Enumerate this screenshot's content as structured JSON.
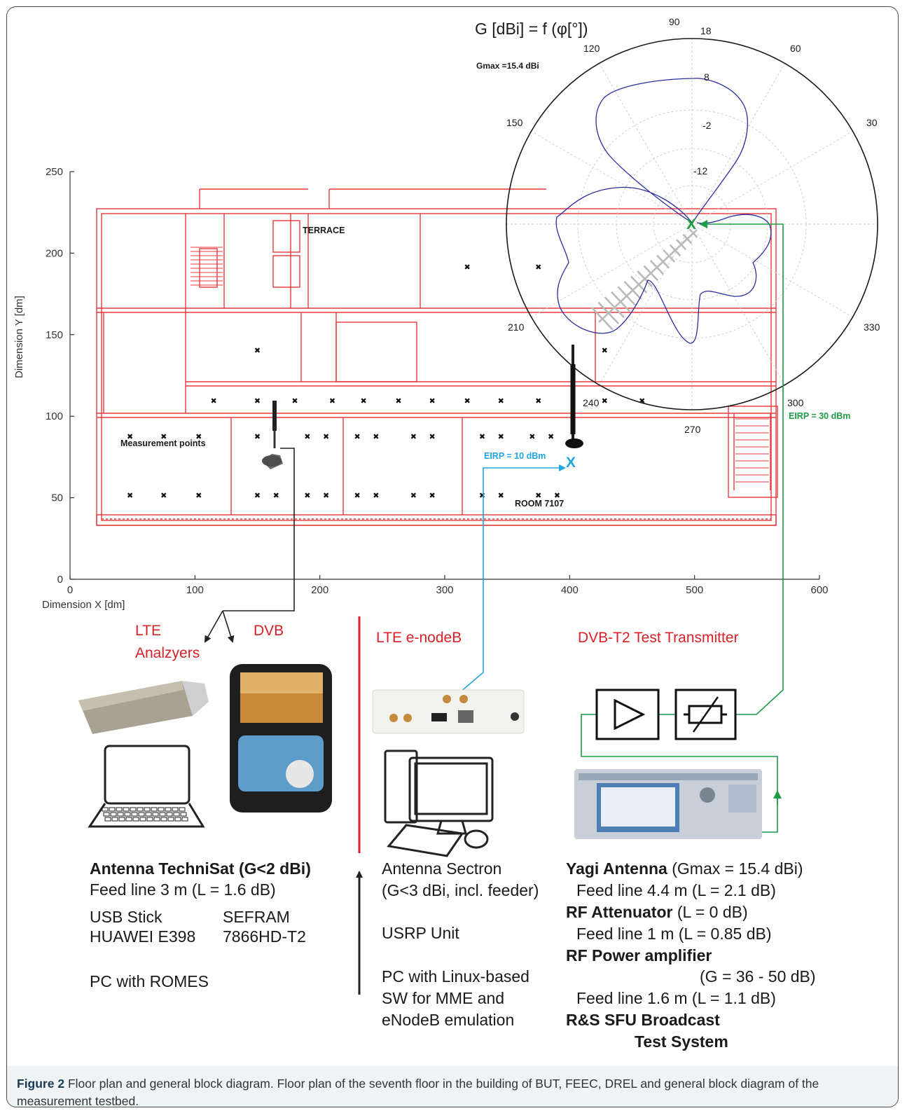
{
  "polar": {
    "title": "G [dBi] = f (φ[°])",
    "gmax_label": "Gmax =15.4 dBi",
    "angle_labels": [
      "90",
      "120",
      "60",
      "150",
      "30",
      "210",
      "330",
      "240",
      "300",
      "270"
    ],
    "radial_labels": [
      "18",
      "8",
      "-2",
      "-12"
    ]
  },
  "chart_data": {
    "type": "scatter",
    "xlabel": "Dimension X [dm]",
    "ylabel": "Dimension Y [dm]",
    "xlim": [
      0,
      600
    ],
    "ylim": [
      0,
      250
    ],
    "x_ticks": [
      "0",
      "100",
      "200",
      "300",
      "400",
      "500",
      "600"
    ],
    "y_ticks": [
      "0",
      "50",
      "100",
      "150",
      "200",
      "250"
    ],
    "series": [
      {
        "name": "Measurement points",
        "x": [
          318,
          375,
          150,
          428,
          115,
          150,
          180,
          210,
          235,
          263,
          290,
          318,
          345,
          375,
          428,
          458,
          48,
          75,
          103,
          150,
          190,
          205,
          230,
          245,
          275,
          290,
          330,
          345,
          370,
          385,
          48,
          75,
          103,
          150,
          165,
          190,
          205,
          230,
          245,
          275,
          290,
          330,
          345,
          375,
          390
        ],
        "y": [
          192,
          192,
          141,
          141,
          110,
          110,
          110,
          110,
          110,
          110,
          110,
          110,
          110,
          110,
          110,
          110,
          88,
          88,
          88,
          88,
          88,
          88,
          88,
          88,
          88,
          88,
          88,
          88,
          88,
          88,
          52,
          52,
          52,
          52,
          52,
          52,
          52,
          52,
          52,
          52,
          52,
          52,
          52,
          52,
          52
        ]
      }
    ]
  },
  "floorplan": {
    "terrace": "TERRACE",
    "measurement_points": "Measurement points",
    "room": "ROOM 7107",
    "eirp_lte": "EIRP = 10 dBm",
    "eirp_dvb": "EIRP = 30 dBm",
    "tx_mark": "X"
  },
  "blocks": {
    "lte_analyzers": [
      "LTE",
      "Analzyers"
    ],
    "dvb": "DVB",
    "lte_enodeb": "LTE e-nodeB",
    "dvb_t2": "DVB-T2 Test Transmitter"
  },
  "left_text": {
    "antenna_name": "Antenna TechniSat (G<2 dBi)",
    "feed": " Feed line 3 m (L = 1.6 dB)",
    "usb1": "USB Stick",
    "usb2": "HUAWEI E398",
    "sef1": "SEFRAM",
    "sef2": "7866HD-T2",
    "pc": "PC with ROMES"
  },
  "mid_text": {
    "ant1": "Antenna Sectron",
    "ant2": "(G<3 dBi, incl. feeder)",
    "usrp": "USRP Unit",
    "pc1": "PC with Linux-based",
    "pc2": "SW for MME and",
    "pc3": "eNodeB emulation"
  },
  "right_text": {
    "yagi_bold": "Yagi Antenna",
    "yagi_rest": " (Gmax = 15.4 dBi)",
    "feed1": "Feed line 4.4 m (L = 2.1 dB)",
    "att_bold": "RF Attenuator",
    "att_rest": "  (L = 0 dB)",
    "feed2": "Feed line 1 m (L = 0.85 dB)",
    "amp_bold": "RF Power amplifier",
    "amp_gain": "(G = 36 - 50 dB)",
    "feed3": "Feed line 1.6 m (L = 1.1 dB)",
    "sfu1": "R&S SFU Broadcast",
    "sfu2": "Test System"
  },
  "caption": {
    "label": "Figure 2",
    "text": " Floor plan and general block diagram. Floor plan of the seventh floor in the building of BUT, FEEC, DREL and general block diagram of the measurement testbed."
  },
  "colors": {
    "floor_red": "#e8383d",
    "lte_blue": "#21a6e0",
    "dvb_green": "#1e9b46",
    "polar_blue": "#2a2f9e",
    "label_red": "#d92027"
  }
}
